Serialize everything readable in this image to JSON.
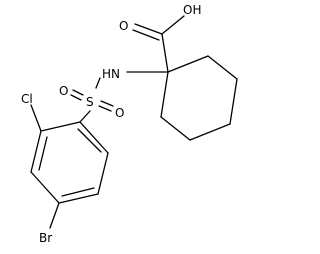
{
  "molecule": {
    "atom_labels": {
      "oh": "OH",
      "o_carbonyl": "O",
      "nh": "HN",
      "s": "S",
      "o_sulfonyl_left": "O",
      "o_sulfonyl_right": "O",
      "cl": "Cl",
      "br": "Br"
    }
  },
  "colors": {
    "bond": "#000000",
    "label": "#000000",
    "background": "#ffffff"
  }
}
